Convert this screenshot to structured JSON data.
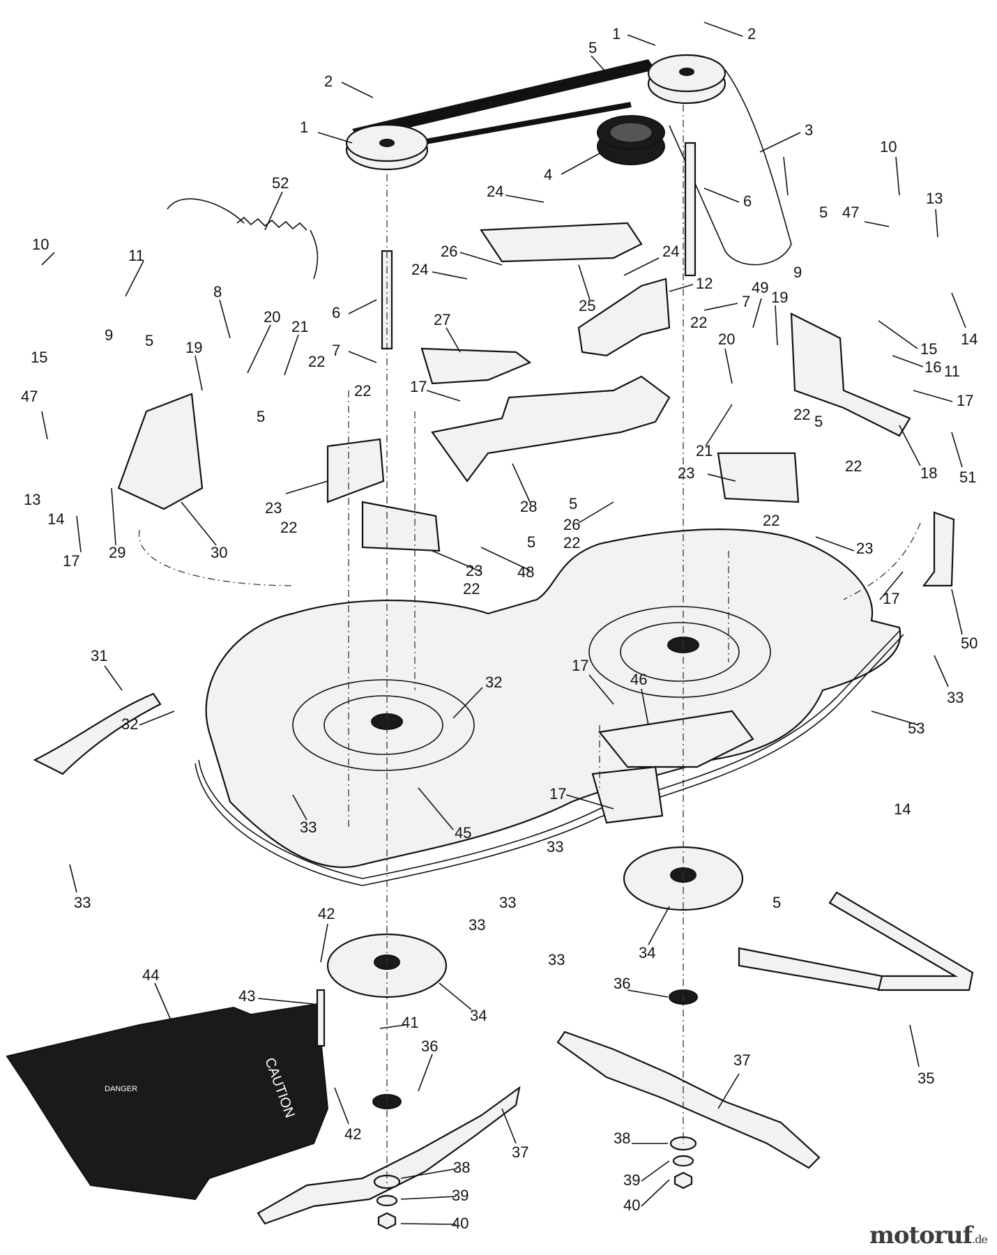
{
  "diagram": {
    "labels": [
      "1",
      "2",
      "3",
      "4",
      "5",
      "6",
      "7",
      "8",
      "9",
      "10",
      "11",
      "12",
      "13",
      "14",
      "15",
      "16",
      "17",
      "18",
      "19",
      "20",
      "21",
      "22",
      "23",
      "24",
      "25",
      "26",
      "27",
      "28",
      "29",
      "30",
      "31",
      "32",
      "33",
      "34",
      "35",
      "36",
      "37",
      "38",
      "39",
      "40",
      "41",
      "42",
      "43",
      "44",
      "45",
      "46",
      "47",
      "48",
      "49",
      "50",
      "51",
      "52",
      "53"
    ],
    "chute_caution_text": "CAUTION",
    "chute_danger_text": "DANGER"
  },
  "watermark": {
    "brand": "motoruf",
    "tld": ".de"
  }
}
